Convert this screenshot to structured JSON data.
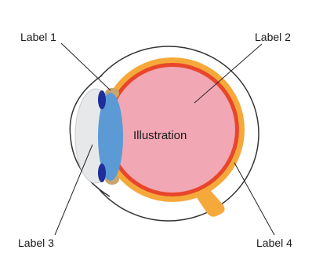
{
  "diagram": {
    "center_text": "Illustration",
    "labels": [
      "Label 1",
      "Label 2",
      "Label 3",
      "Label 4"
    ]
  },
  "colors": {
    "outer_outline": "#333333",
    "sclera_orange": "#f6a93b",
    "choroid_red": "#e8462b",
    "retina_pink": "#f1a7b4",
    "lens_blue": "#5b9ad5",
    "cornea_gray": "#e6e8ea",
    "iris_navy": "#1f2f9a",
    "ciliary_tan": "#c9a66f",
    "leader_line": "#222222"
  }
}
